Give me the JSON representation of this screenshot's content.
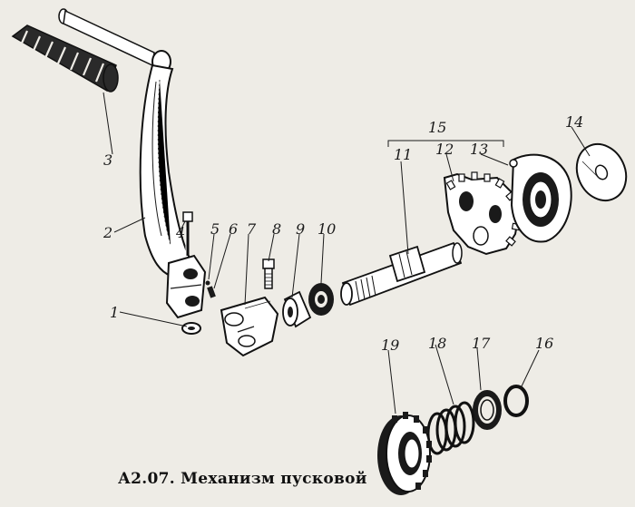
{
  "caption": "А2.07. Механизм пусковой",
  "part_labels": [
    "1",
    "2",
    "3",
    "4",
    "5",
    "6",
    "7",
    "8",
    "9",
    "10",
    "11",
    "12",
    "13",
    "14",
    "15",
    "16",
    "17",
    "18",
    "19"
  ]
}
